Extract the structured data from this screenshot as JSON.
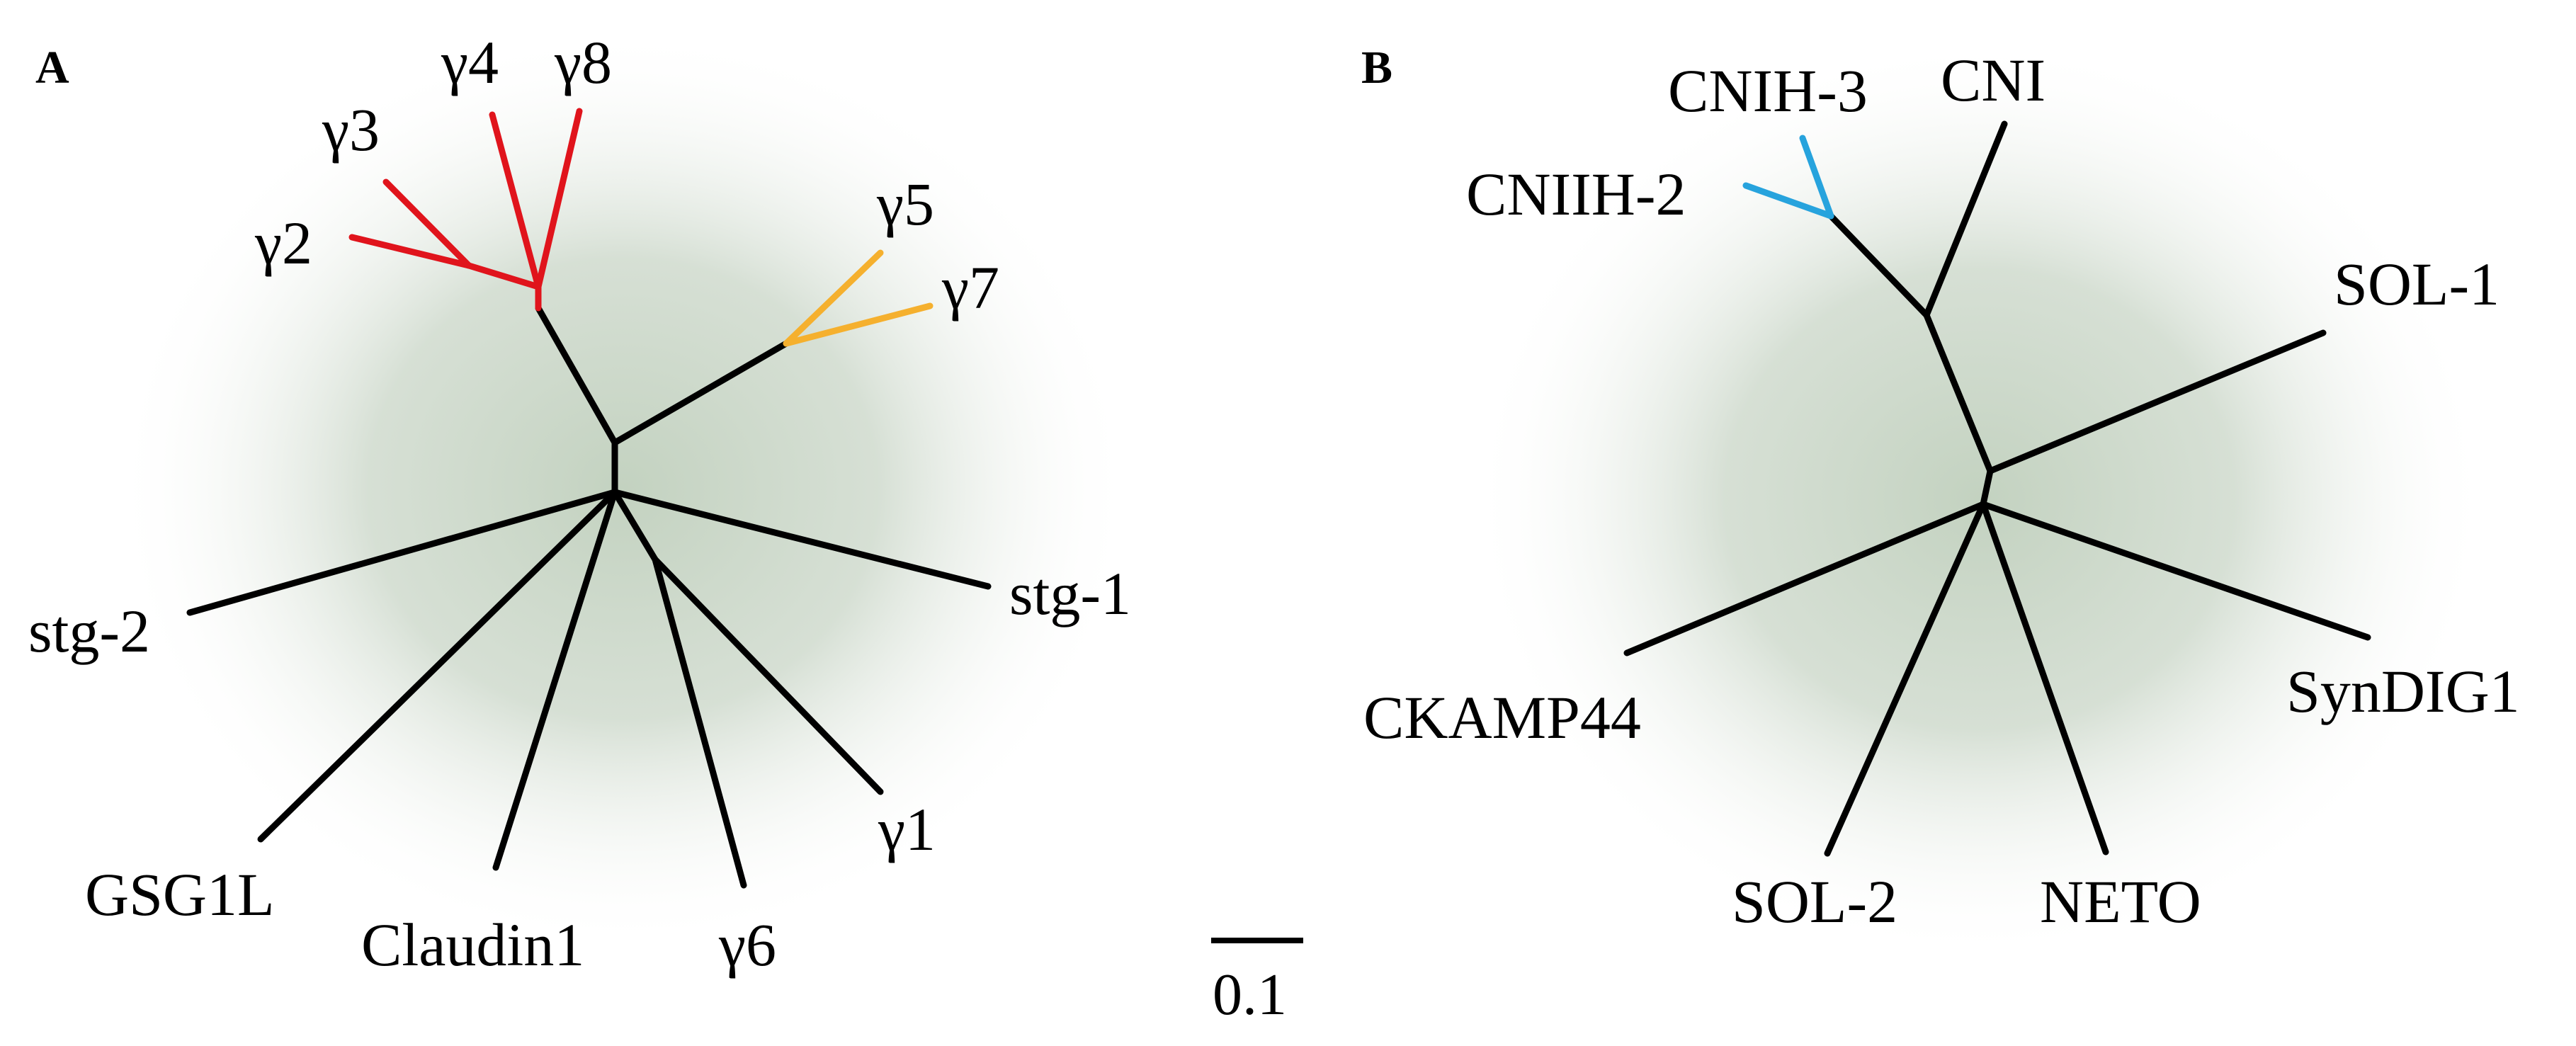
{
  "figure": {
    "scale_bar": {
      "label": "0.1",
      "value": 0.1
    },
    "colors": {
      "branch_default": "#000000",
      "clade_red": "#e0141c",
      "clade_orange": "#f5b02e",
      "clade_blue": "#27a3dd",
      "background_glow": "#c3d2c0"
    }
  },
  "panels": [
    {
      "id": "A",
      "letter": "A",
      "leaves": [
        {
          "key": "g2",
          "label": "γ2",
          "clade": "red"
        },
        {
          "key": "g3",
          "label": "γ3",
          "clade": "red"
        },
        {
          "key": "g4",
          "label": "γ4",
          "clade": "red"
        },
        {
          "key": "g8",
          "label": "γ8",
          "clade": "red"
        },
        {
          "key": "g5",
          "label": "γ5",
          "clade": "orange"
        },
        {
          "key": "g7",
          "label": "γ7",
          "clade": "orange"
        },
        {
          "key": "stg1",
          "label": "stg-1",
          "clade": "none"
        },
        {
          "key": "stg2",
          "label": "stg-2",
          "clade": "none"
        },
        {
          "key": "gsg1l",
          "label": "GSG1L",
          "clade": "none"
        },
        {
          "key": "claudin1",
          "label": "Claudin1",
          "clade": "none"
        },
        {
          "key": "g6",
          "label": "γ6",
          "clade": "none"
        },
        {
          "key": "g1",
          "label": "γ1",
          "clade": "none"
        }
      ]
    },
    {
      "id": "B",
      "letter": "B",
      "leaves": [
        {
          "key": "cnih3",
          "label": "CNIH-3",
          "clade": "blue"
        },
        {
          "key": "cniih2",
          "label": "CNIIH-2",
          "clade": "blue"
        },
        {
          "key": "cni",
          "label": "CNI",
          "clade": "none"
        },
        {
          "key": "sol1",
          "label": "SOL-1",
          "clade": "none"
        },
        {
          "key": "syndig1",
          "label": "SynDIG1",
          "clade": "none"
        },
        {
          "key": "neto",
          "label": "NETO",
          "clade": "none"
        },
        {
          "key": "sol2",
          "label": "SOL-2",
          "clade": "none"
        },
        {
          "key": "ckamp44",
          "label": "CKAMP44",
          "clade": "none"
        }
      ]
    }
  ]
}
